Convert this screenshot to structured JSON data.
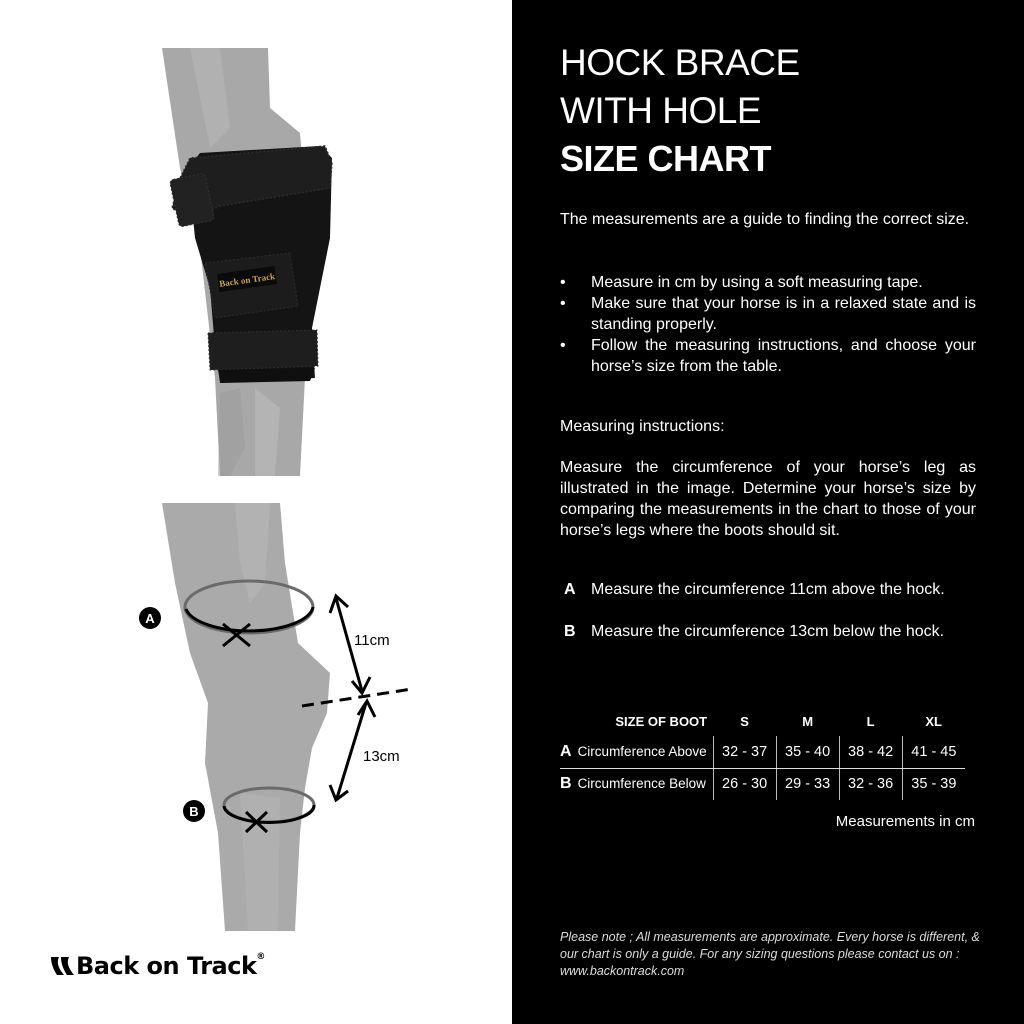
{
  "header": {
    "title_line1": "HOCK BRACE",
    "title_line2": "WITH HOLE",
    "title_line3": "SIZE CHART"
  },
  "intro": "The measurements are a guide to finding the correct size.",
  "bullets": [
    "Measure in cm by using a soft measuring tape.",
    "Make sure that your horse is in a relaxed state and is standing properly.",
    "Follow the measuring instructions, and choose your horse’s size from the table."
  ],
  "bullet_glyph": "•",
  "instructions": {
    "heading": "Measuring instructions:",
    "body": "Measure the circumference of your horse’s leg as illustrated in the image. Determine your horse’s size by comparing the measurements in the chart to those of your horse’s legs where the boots should sit.",
    "steps": [
      {
        "letter": "A",
        "text": "Measure the circumference 11cm above the hock."
      },
      {
        "letter": "B",
        "text": "Measure the circumference 13cm below the hock."
      }
    ]
  },
  "size_table": {
    "header_label": "SIZE OF BOOT",
    "sizes": [
      "S",
      "M",
      "L",
      "XL"
    ],
    "rows": [
      {
        "letter": "A",
        "label": "Circumference Above",
        "values": [
          "32 - 37",
          "35 - 40",
          "38 - 42",
          "41 - 45"
        ]
      },
      {
        "letter": "B",
        "label": "Circumference Below",
        "values": [
          "26 - 30",
          "29 - 33",
          "32 - 36",
          "35 - 39"
        ]
      }
    ],
    "units_note": "Measurements in cm"
  },
  "footer_note": "Please note ; All measurements are approximate. Every horse is different, & our chart is only a guide. For any sizing questions please contact us on : www.backontrack.com",
  "diagram": {
    "marker_a": "A",
    "marker_b": "B",
    "distance_above": "11cm",
    "distance_below": "13cm"
  },
  "product_photo": {
    "label_text": "Back on Track"
  },
  "brand": {
    "name": "Back on Track",
    "registered": "®"
  },
  "colors": {
    "panel_dark": "#000000",
    "panel_light": "#ffffff",
    "leg_gray": "#a9a9a9",
    "brace_black": "#111111",
    "label_gold": "#c8a24a"
  }
}
